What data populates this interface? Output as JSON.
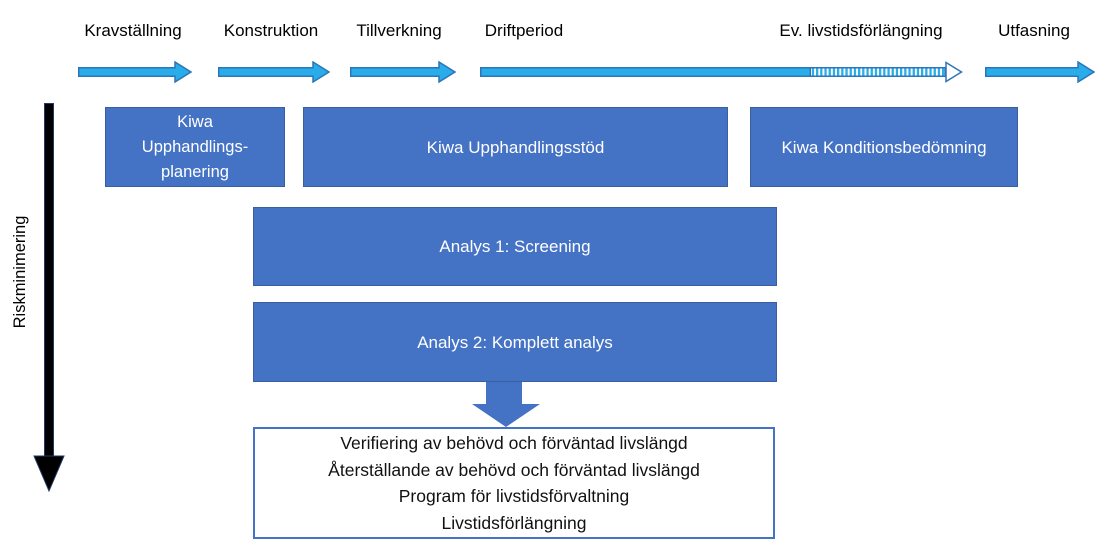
{
  "phases": [
    {
      "label": "Kravställning"
    },
    {
      "label": "Konstruktion"
    },
    {
      "label": "Tillverkning"
    },
    {
      "label": "Driftperiod"
    },
    {
      "label": "Ev. livstidsförlängning"
    },
    {
      "label": "Utfasning"
    }
  ],
  "risk_axis": {
    "label": "Riskminimering"
  },
  "kiwa_services": {
    "procurement_planning": {
      "line1": "Kiwa",
      "line2": "Upphandlings-",
      "line3": "planering"
    },
    "procurement_support": {
      "label": "Kiwa Upphandlingsstöd"
    },
    "condition_assessment": {
      "label": "Kiwa Konditionsbedömning"
    }
  },
  "analyses": [
    {
      "label": "Analys 1: Screening"
    },
    {
      "label": "Analys 2: Komplett analys"
    }
  ],
  "outcomes": {
    "lines": [
      "Verifiering av behövd och förväntad livslängd",
      "Återställande av behövd och förväntad livslängd",
      "Program för livstidsförvaltning",
      "Livstidsförlängning"
    ]
  },
  "colors": {
    "timeline_arrow_fill": "#29ADEA",
    "timeline_arrow_stroke": "#2E75B6",
    "box_fill": "#4472C4",
    "box_border": "#3A5F9E",
    "risk_arrow_fill": "#000000",
    "risk_arrow_stroke": "#1F3864",
    "outcome_box_border": "#4472C4",
    "text_on_box": "#FFFFFF",
    "label_text": "#000000"
  }
}
